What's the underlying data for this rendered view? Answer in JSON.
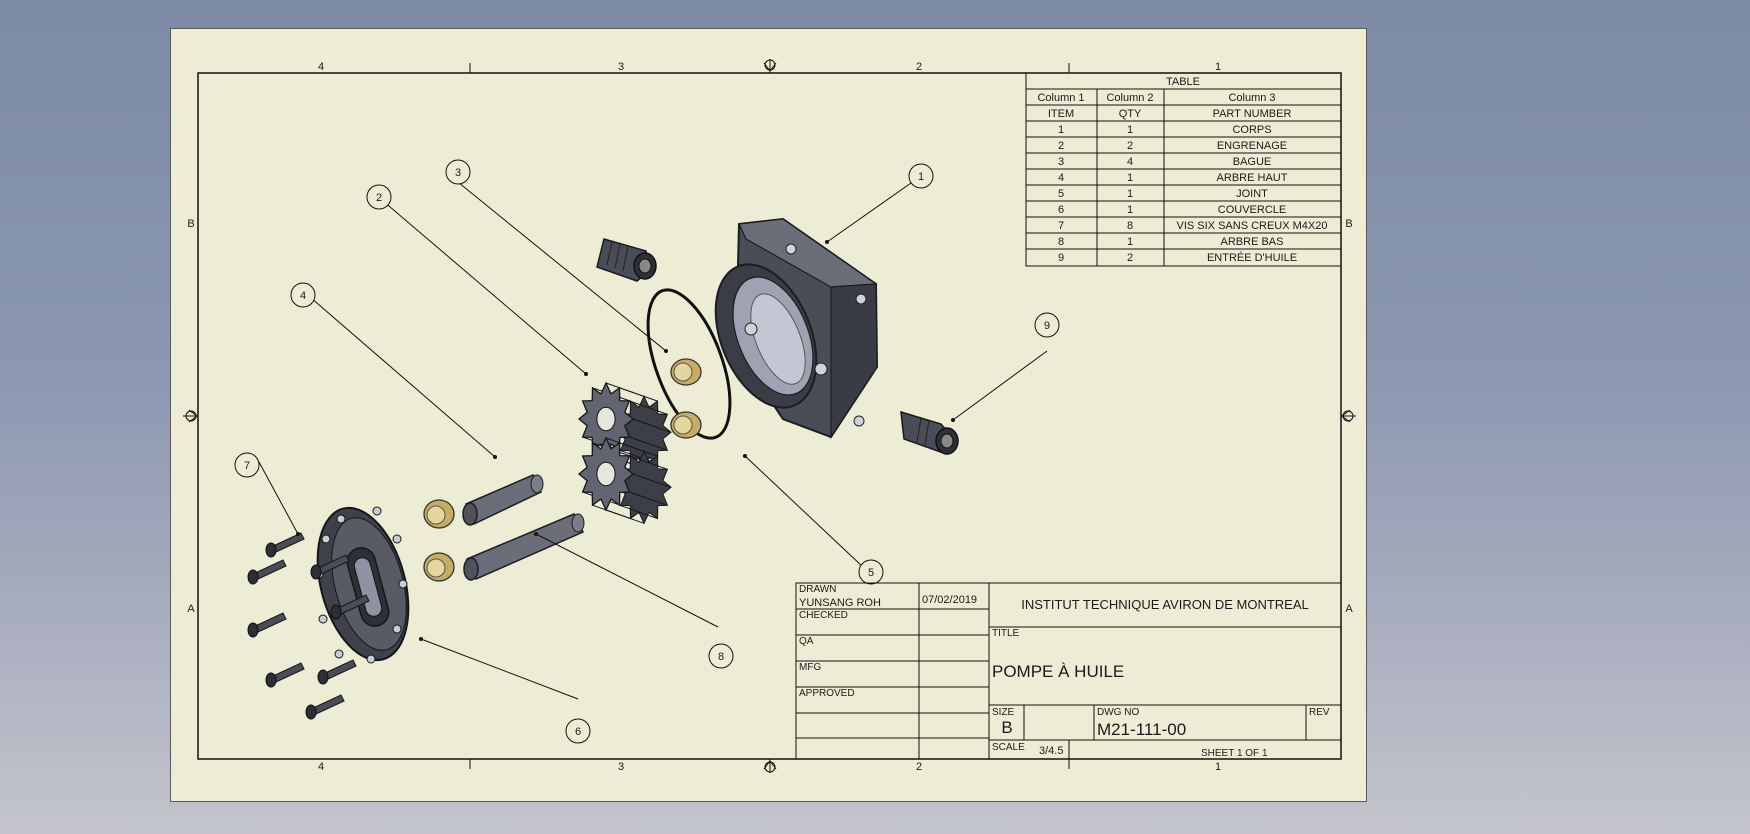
{
  "zones": {
    "columns": [
      "4",
      "3",
      "2",
      "1"
    ],
    "rows": [
      "B",
      "A"
    ]
  },
  "parts_table": {
    "title": "TABLE",
    "header_row_1": [
      "Column 1",
      "Column 2",
      "Column 3"
    ],
    "header_row_2": [
      "ITEM",
      "QTY",
      "PART NUMBER"
    ],
    "rows": [
      [
        "1",
        "1",
        "CORPS"
      ],
      [
        "2",
        "2",
        "ENGRENAGE"
      ],
      [
        "3",
        "4",
        "BAGUE"
      ],
      [
        "4",
        "1",
        "ARBRE HAUT"
      ],
      [
        "5",
        "1",
        "JOINT"
      ],
      [
        "6",
        "1",
        "COUVERCLE"
      ],
      [
        "7",
        "8",
        "VIS SIX SANS CREUX M4X20"
      ],
      [
        "8",
        "1",
        "ARBRE BAS"
      ],
      [
        "9",
        "2",
        "ENTRÉE D'HUILE"
      ]
    ]
  },
  "balloons": [
    "1",
    "2",
    "3",
    "4",
    "5",
    "6",
    "7",
    "8",
    "9"
  ],
  "title_block": {
    "drawn_label": "DRAWN",
    "drawn_by": "YUNSANG ROH",
    "drawn_date": "07/02/2019",
    "checked_label": "CHECKED",
    "qa_label": "QA",
    "mfg_label": "MFG",
    "approved_label": "APPROVED",
    "company": "INSTITUT TECHNIQUE AVIRON DE MONTREAL",
    "title_label": "TITLE",
    "title": "POMPE À HUILE",
    "size_label": "SIZE",
    "size": "B",
    "dwg_no_label": "DWG NO",
    "dwg_no": "M21-111-00",
    "rev_label": "REV",
    "scale_label": "SCALE",
    "scale": "3/4.5",
    "sheet": "SHEET 1  OF 1"
  },
  "colors": {
    "sheet": "#ededd6",
    "metal_dark": "#3c3f47",
    "metal_mid": "#5d616b",
    "bushing": "#d9c27a"
  }
}
